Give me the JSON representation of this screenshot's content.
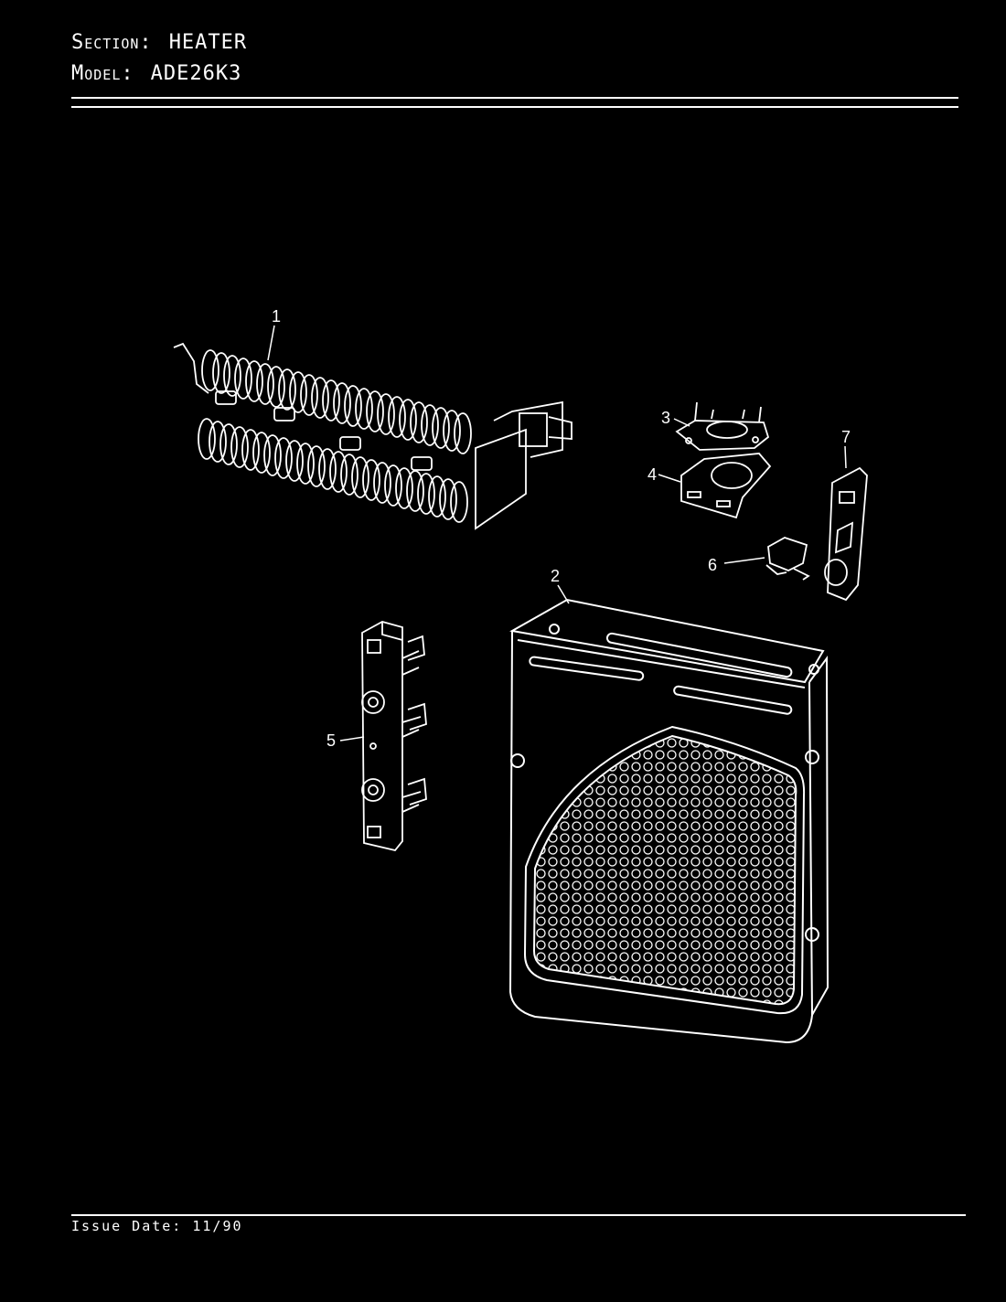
{
  "header": {
    "section_label": "Section:",
    "section_value": "HEATER",
    "model_label": "Model:",
    "model_value": "ADE26K3"
  },
  "callouts": {
    "c1": "1",
    "c2": "2",
    "c3": "3",
    "c4": "4",
    "c5": "5",
    "c6": "6",
    "c7": "7"
  },
  "footer": {
    "issue_date": "Issue Date: 11/90"
  },
  "colors": {
    "background": "#000000",
    "line": "#ffffff"
  }
}
